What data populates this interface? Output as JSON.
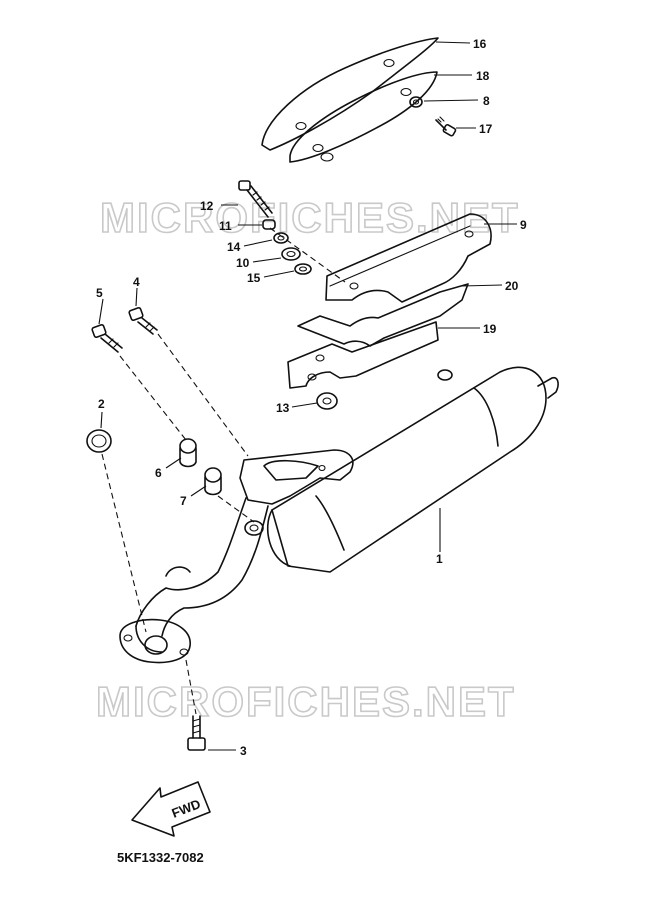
{
  "watermark": "MICROFICHES.NET",
  "drawing_code": "5KF1332-7082",
  "direction_label": "FWD",
  "callouts": [
    "16",
    "18",
    "8",
    "17",
    "12",
    "11",
    "14",
    "10",
    "15",
    "9",
    "20",
    "19",
    "13",
    "5",
    "4",
    "2",
    "6",
    "7",
    "1",
    "3"
  ]
}
